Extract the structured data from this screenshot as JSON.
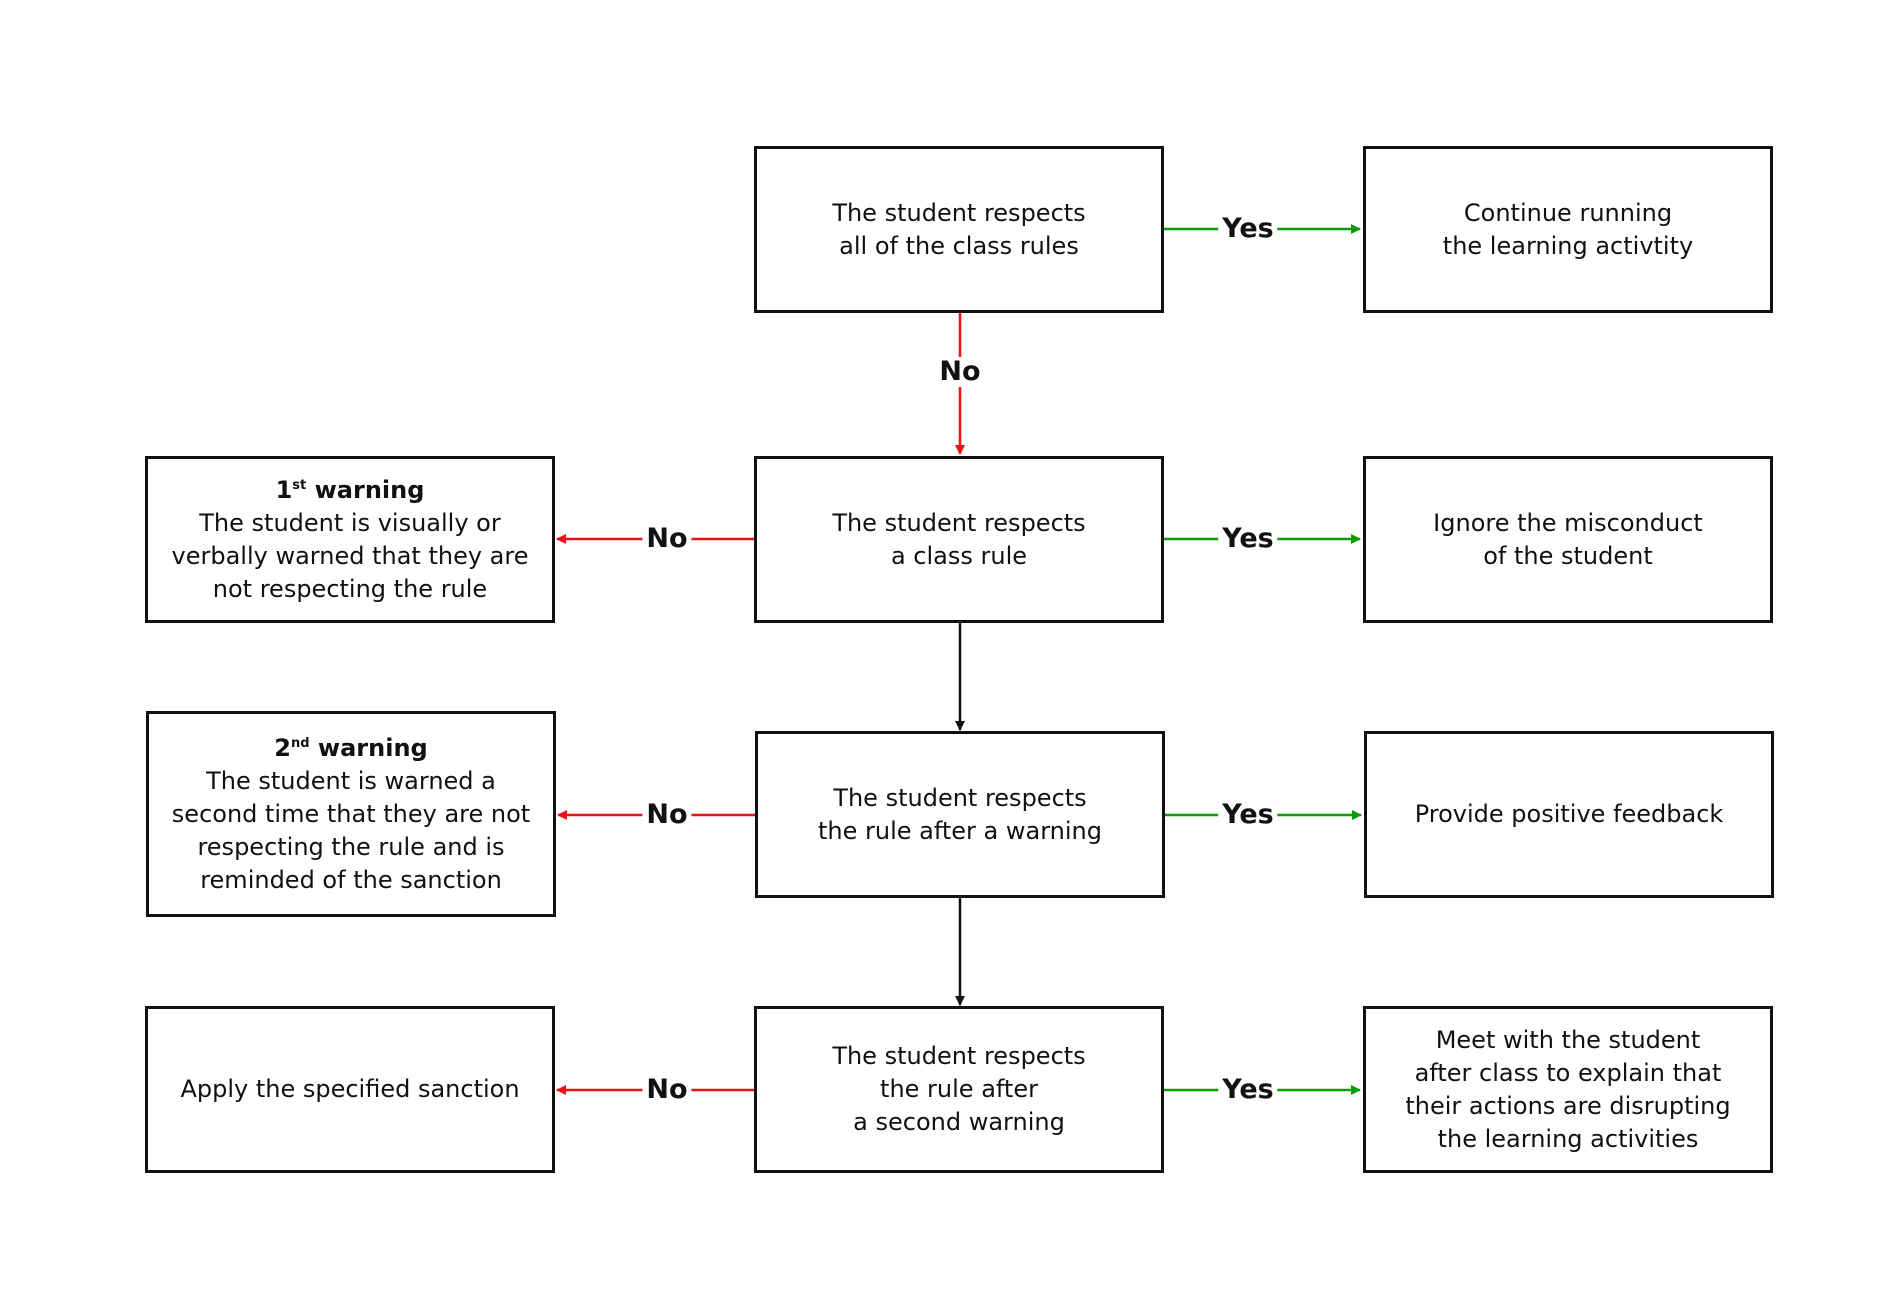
{
  "boxes": {
    "q1": [
      "The student respects",
      "all of the class rules"
    ],
    "continue": [
      "Continue running",
      "the learning activtity"
    ],
    "q2": [
      "The student respects",
      "a class rule"
    ],
    "ignore": [
      "Ignore the misconduct",
      "of the student"
    ],
    "warn1": {
      "num": "1",
      "sup": "st",
      "title": "warning",
      "lines": [
        "The student is visually or",
        "verbally warned that they are",
        "not respecting the rule"
      ]
    },
    "q3": [
      "The student respects",
      "the rule after a warning"
    ],
    "positive": [
      "Provide positive feedback"
    ],
    "warn2": {
      "num": "2",
      "sup": "nd",
      "title": "warning",
      "lines": [
        "The student is warned a",
        "second time that they are not",
        "respecting the rule and is",
        "reminded of the sanction"
      ]
    },
    "q4": [
      "The student respects",
      "the rule after",
      "a second warning"
    ],
    "meet": [
      "Meet with the student",
      "after class to explain that",
      "their actions are disrupting",
      "the learning activities"
    ],
    "sanction": [
      "Apply the specified sanction"
    ]
  },
  "labels": {
    "yes": "Yes",
    "no": "No"
  },
  "colors": {
    "yes": "#0a9a0a",
    "no": "#ee1111",
    "neutral": "#111111",
    "border": "#111111"
  }
}
